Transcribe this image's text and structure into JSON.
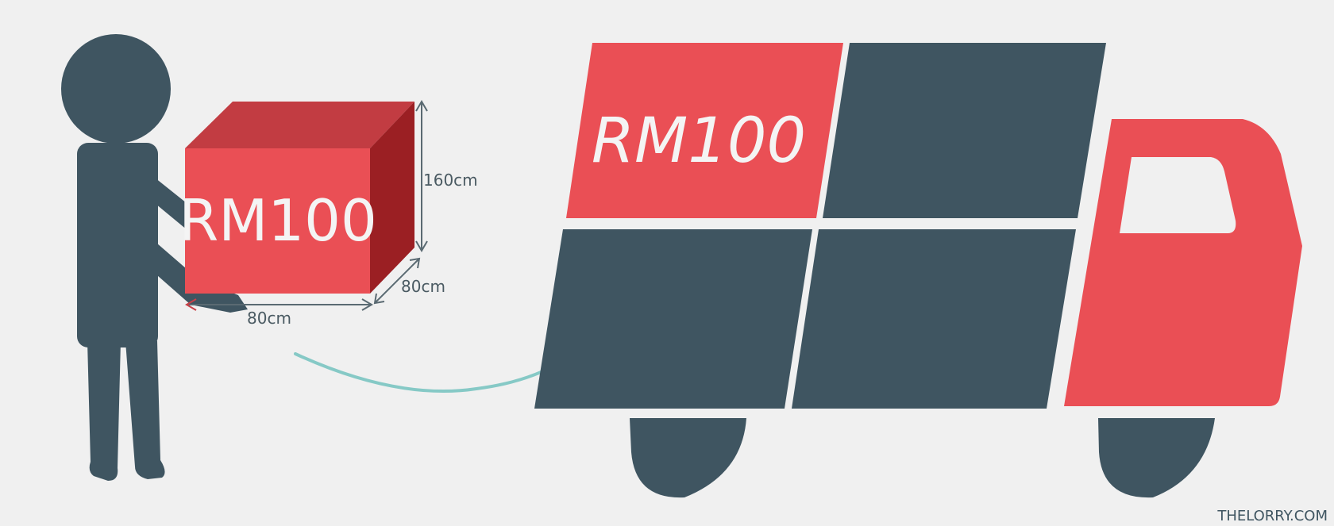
{
  "box": {
    "price": "RM100",
    "height_label": "160cm",
    "depth_label": "80cm",
    "width_label": "80cm"
  },
  "lorry": {
    "price": "RM100"
  },
  "watermark": "THELORRY.COM",
  "colors": {
    "background": "#f0f0f0",
    "figure": "#3f5561",
    "red": "#ea4f55",
    "red_top": "#c23c42",
    "red_side": "#9b1f23",
    "arrow": "#86c9c6",
    "dimension": "#5a6a72"
  }
}
